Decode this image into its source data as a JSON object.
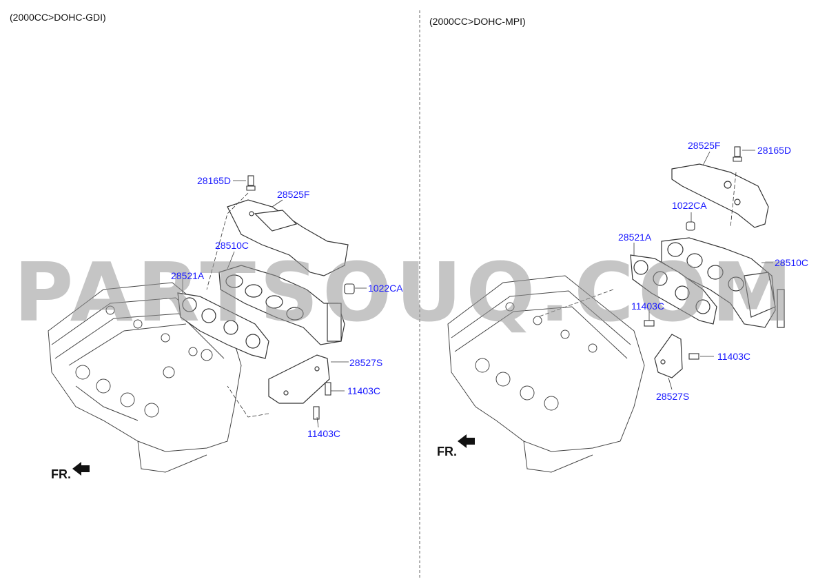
{
  "sections": [
    {
      "title": "(2000CC>DOHC-GDI)"
    },
    {
      "title": "(2000CC>DOHC-MPI)"
    }
  ],
  "parts_left": [
    "28165D",
    "28525F",
    "28510C",
    "28521A",
    "1022CA",
    "28527S",
    "11403C",
    "11403C"
  ],
  "parts_right": [
    "28525F",
    "28165D",
    "1022CA",
    "28521A",
    "28510C",
    "11403C",
    "11403C",
    "28527S"
  ],
  "front_label": "FR.",
  "watermark": "PARTSOUQ.COM",
  "colors": {
    "part_link": "#1a1aff",
    "line": "#333333",
    "watermark": "#969696"
  }
}
